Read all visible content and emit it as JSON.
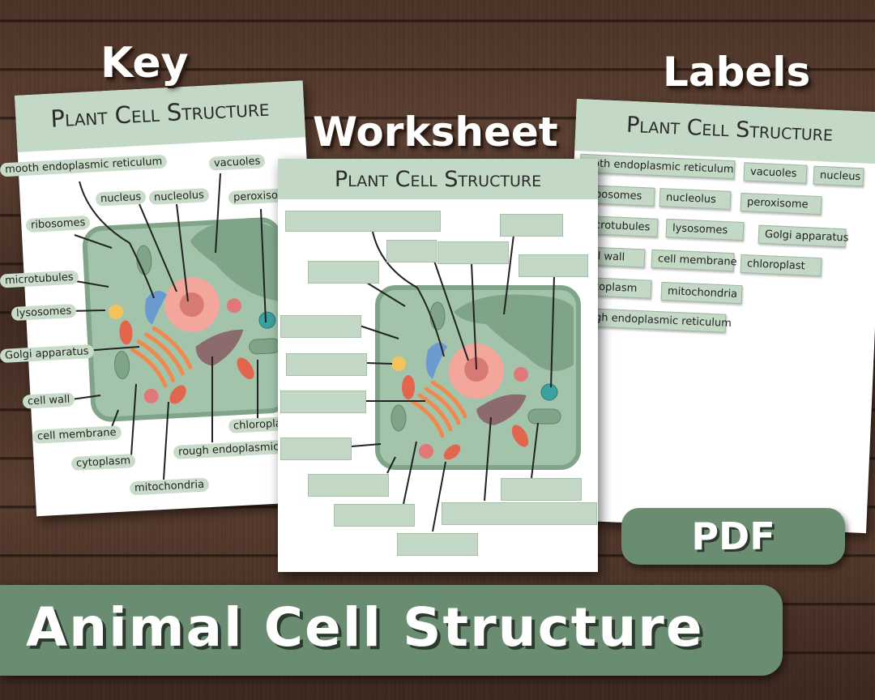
{
  "headings": {
    "key": "Key",
    "labels": "Labels",
    "worksheet": "Worksheet"
  },
  "sheet_title": "Plant Cell Structure",
  "key_sheet": {
    "labels": {
      "smooth_er": "mooth endoplasmic reticulum",
      "vacuoles": "vacuoles",
      "nucleus": "nucleus",
      "nucleolus": "nucleolus",
      "peroxisome": "peroxison",
      "ribosomes": "ribosomes",
      "microtubules": "microtubules",
      "lysosomes": "lysosomes",
      "golgi": "Golgi apparatus",
      "cell_wall": "cell wall",
      "cell_membrane": "cell membrane",
      "cytoplasm": "cytoplasm",
      "mitochondria": "mitochondria",
      "rough_er": "rough endoplasmic re",
      "chloroplast": "chloropla"
    }
  },
  "labels_sheet": {
    "labels": [
      "ooth endoplasmic reticulum",
      "vacuoles",
      "nucleus",
      "bosomes",
      "nucleolus",
      "peroxisome",
      "crotubules",
      "lysosomes",
      "Golgi apparatus",
      "ll wall",
      "cell membrane",
      "chloroplast",
      "toplasm",
      "mitochondria",
      "gh endoplasmic reticulum"
    ]
  },
  "badge": "PDF",
  "banner": "Animal Cell Structure",
  "colors": {
    "accent": "#6a8c70",
    "label_fill": "#c4d8c6",
    "cell_fill": "#a3c4ab",
    "cell_wall": "#7fa488",
    "vacuole": "#7fa488",
    "nucleus": "#f3a79c",
    "nucleolus": "#d67a73",
    "golgi": "#ee8a4f",
    "mitochondria": "#e2664e",
    "rough_er": "#8c6b6e",
    "lysosome": "#f4c35c",
    "peroxisome": "#3aa0a0",
    "smooth_er": "#6a9ad0"
  }
}
